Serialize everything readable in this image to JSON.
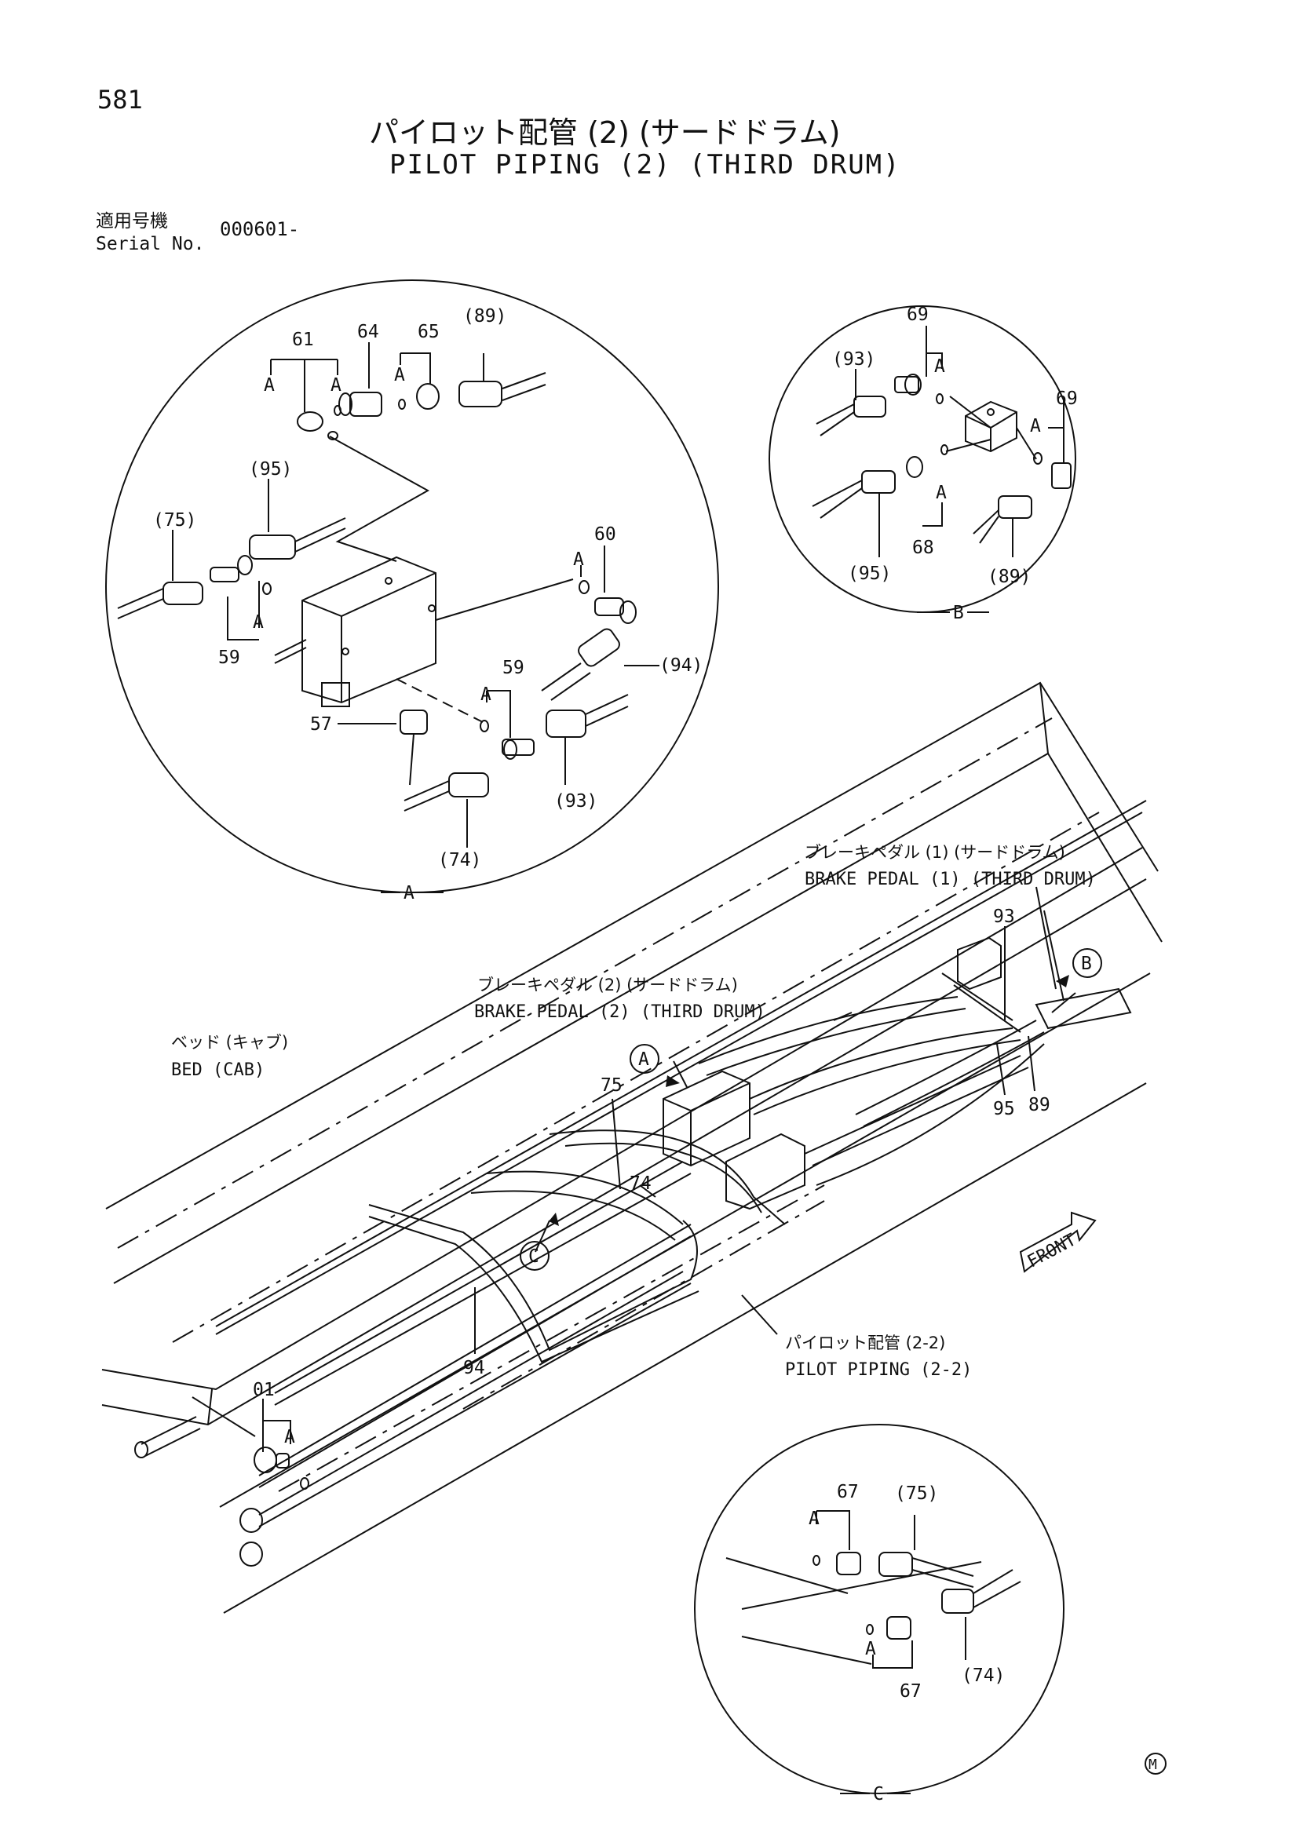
{
  "header": {
    "page_number": "581",
    "title_jp": "パイロット配管 (2) (サードドラム)",
    "title_en": "PILOT PIPING (2) (THIRD DRUM)",
    "applicable_jp": "適用号機",
    "serial_label": "Serial No.",
    "serial_value": "000601-"
  },
  "detail_a": {
    "circle_label": "A",
    "parts": [
      "61",
      "64",
      "65",
      "(89)",
      "(95)",
      "(75)",
      "60",
      "59",
      "59",
      "(94)",
      "57",
      "(93)",
      "(74)"
    ],
    "o_ring_mark": "A"
  },
  "detail_b": {
    "circle_label": "B",
    "parts": [
      "69",
      "(93)",
      "69",
      "68",
      "(95)",
      "(89)"
    ],
    "o_ring_mark": "A"
  },
  "detail_c": {
    "circle_label": "C",
    "parts": [
      "67",
      "(75)",
      "67",
      "(74)"
    ],
    "o_ring_mark": "A"
  },
  "main_view": {
    "callouts": {
      "brake1_jp": "ブレーキペダル (1) (サードドラム)",
      "brake1_en": "BRAKE PEDAL (1) (THIRD DRUM)",
      "brake2_jp": "ブレーキペダル (2) (サードドラム)",
      "brake2_en": "BRAKE PEDAL (2) (THIRD DRUM)",
      "bed_jp": "ベッド (キャブ)",
      "bed_en": "BED (CAB)",
      "pilot_jp": "パイロット配管 (2-2)",
      "pilot_en": "PILOT PIPING (2-2)",
      "front": "FRONT"
    },
    "part_numbers": [
      "93",
      "95",
      "89",
      "75",
      "74",
      "94",
      "01"
    ],
    "o_ring_mark": "A",
    "view_markers": [
      "A",
      "B",
      "C"
    ]
  },
  "footer": {
    "mark": "M"
  }
}
